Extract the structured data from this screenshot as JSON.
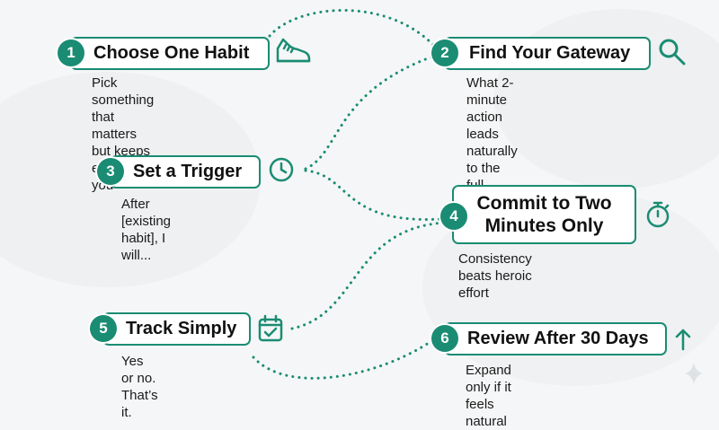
{
  "accent_color": "#1a8c73",
  "steps": [
    {
      "number": "1",
      "title": "Choose One Habit",
      "description_lines": [
        "Pick something that matters",
        "but keeps eluding you"
      ],
      "icon": "shoe-icon"
    },
    {
      "number": "2",
      "title": "Find Your Gateway",
      "description_lines": [
        "What 2-minute action leads",
        "naturally to the full habit?"
      ],
      "icon": "search-icon"
    },
    {
      "number": "3",
      "title": "Set a Trigger",
      "description_lines": [
        "After [existing habit], I will..."
      ],
      "icon": "clock-icon"
    },
    {
      "number": "4",
      "title_lines": [
        "Commit to Two",
        "Minutes Only"
      ],
      "description_lines": [
        "Consistency beats heroic effort"
      ],
      "icon": "stopwatch-icon"
    },
    {
      "number": "5",
      "title": "Track Simply",
      "description_lines": [
        "Yes or no. That’s it."
      ],
      "icon": "calendar-check-icon"
    },
    {
      "number": "6",
      "title": "Review After 30 Days",
      "description_lines": [
        "Expand only if it feels natural"
      ],
      "icon": "arrow-up-icon"
    }
  ]
}
